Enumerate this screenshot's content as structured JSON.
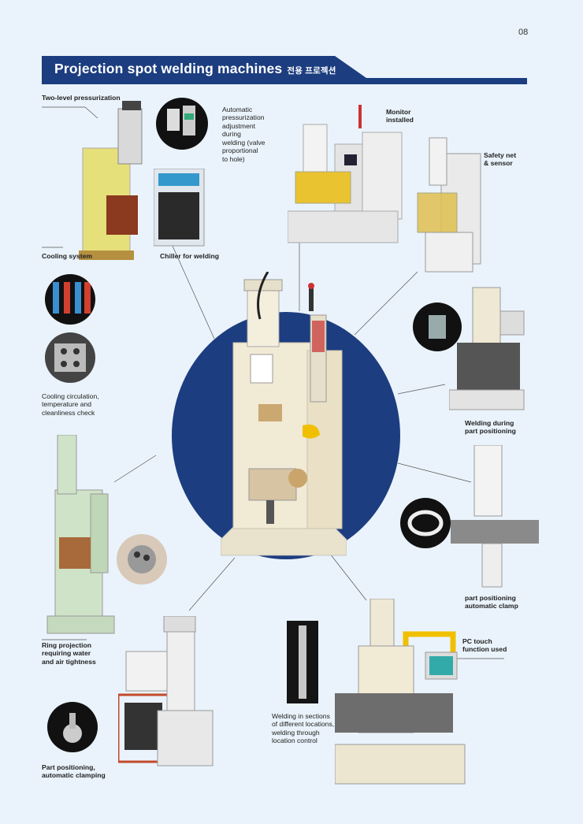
{
  "page_number": "08",
  "header": {
    "title": "Projection spot welding machines",
    "subtitle_korean": "전용 프로젝션"
  },
  "labels": {
    "two_level": "Two-level pressurization",
    "auto_pressure": [
      "Automatic",
      "pressurization",
      "adjustment",
      "during",
      "welding (valve",
      "proportional",
      "to hole)"
    ],
    "monitor": [
      "Monitor",
      "installed"
    ],
    "safety": [
      "Safety net",
      "& sensor"
    ],
    "cooling_system": "Cooling system",
    "chiller": "Chiller for welding",
    "cooling_check": [
      "Cooling circulation,",
      "temperature and",
      "cleanliness check"
    ],
    "welding_positioning": [
      "Welding during",
      "part positioning"
    ],
    "part_clamp": [
      "part positioning",
      "automatic clamp"
    ],
    "ring_projection": [
      "Ring projection",
      "requiring water",
      "and air tightness"
    ],
    "pc_touch": [
      "PC touch",
      "function used"
    ],
    "welding_sections": [
      "Welding in sections",
      "of different locations,",
      "welding through",
      "location control"
    ],
    "part_positioning_clamping": [
      "Part positioning,",
      "automatic clamping"
    ]
  },
  "colors": {
    "navy": "#1c3d7f",
    "background": "#eaf3fb",
    "machine_cream": "#efe8d4",
    "machine_yellow": "#e6e07a",
    "machine_green": "#cfe3c8"
  }
}
